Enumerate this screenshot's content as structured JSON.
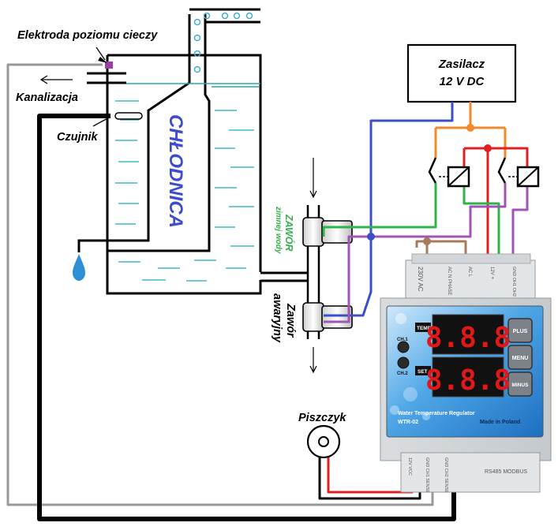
{
  "labels": {
    "electrode": "Elektroda poziomu cieczy",
    "drain": "Kanalizacja",
    "sensor": "Czujnik",
    "cooler": "CHŁODNICA",
    "psu_line1": "Zasilacz",
    "psu_line2": "12 V DC",
    "cold_valve_title": "ZAWÓR",
    "cold_valve_sub": "zimnej wody",
    "emergency_valve_line1": "Zawór",
    "emergency_valve_line2": "awaryjny",
    "buzzer": "Piszczyk"
  },
  "controller": {
    "temp_label": "TEMP",
    "set_label": "SET",
    "ch1": "CH.1",
    "ch2": "CH.2",
    "display_top": "8.8.8",
    "display_bottom": "8.8.8",
    "btn_plus": "PLUS",
    "btn_menu": "MENU",
    "btn_minus": "MINUS",
    "product_name": "Water Temperature Regulator",
    "model": "WTR-02",
    "made_in": "Made in Poland",
    "terminal_top": [
      "230V AC",
      "AC N PHASE",
      "AC L",
      "12V +",
      "GND OH1 OH2"
    ],
    "terminal_bottom": [
      "12V VCC",
      "GND CH1 SENSE",
      "GND CH2 SENSE",
      "RS485 MODBUS"
    ]
  },
  "colors": {
    "wire_orange": "#f08a2a",
    "wire_red": "#e02020",
    "wire_green": "#2fb34a",
    "wire_purple": "#a054b4",
    "wire_blue": "#3a4fc8",
    "wire_brown": "#a67a5a",
    "wire_gray": "#999999",
    "wire_black": "#000000",
    "water_line": "#2aa9a9",
    "cooler_text": "#3b4ccc",
    "cold_valve_text": "#33b04a",
    "display_red": "#e01818"
  }
}
